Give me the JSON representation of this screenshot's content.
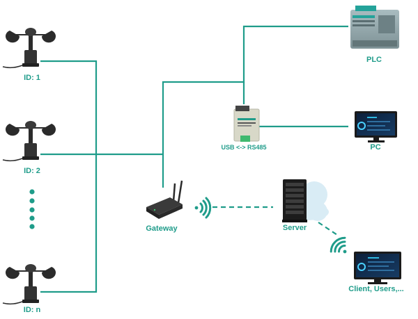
{
  "colors": {
    "line": "#1f9c8a",
    "label": "#1f9c8a",
    "device_dark": "#2b2b2b",
    "plc_body": "#8fa4a8",
    "converter_body": "#d8d8c8",
    "cloud": "#d9ecf5"
  },
  "sensors": [
    {
      "label": "ID: 1",
      "icon": "anemometer-icon"
    },
    {
      "label": "ID: 2",
      "icon": "anemometer-icon"
    },
    {
      "label": "ID: n",
      "icon": "anemometer-icon"
    }
  ],
  "devices": {
    "plc": {
      "label": "PLC",
      "icon": "plc-icon"
    },
    "converter": {
      "label": "USB <-> RS485",
      "icon": "usb-rs485-converter-icon"
    },
    "pc": {
      "label": "PC",
      "icon": "monitor-icon"
    },
    "gateway": {
      "label": "Gateway",
      "icon": "router-icon"
    },
    "server": {
      "label": "Server",
      "icon": "server-rack-icon"
    },
    "client": {
      "label": "Client, Users,...",
      "icon": "monitor-icon"
    }
  }
}
